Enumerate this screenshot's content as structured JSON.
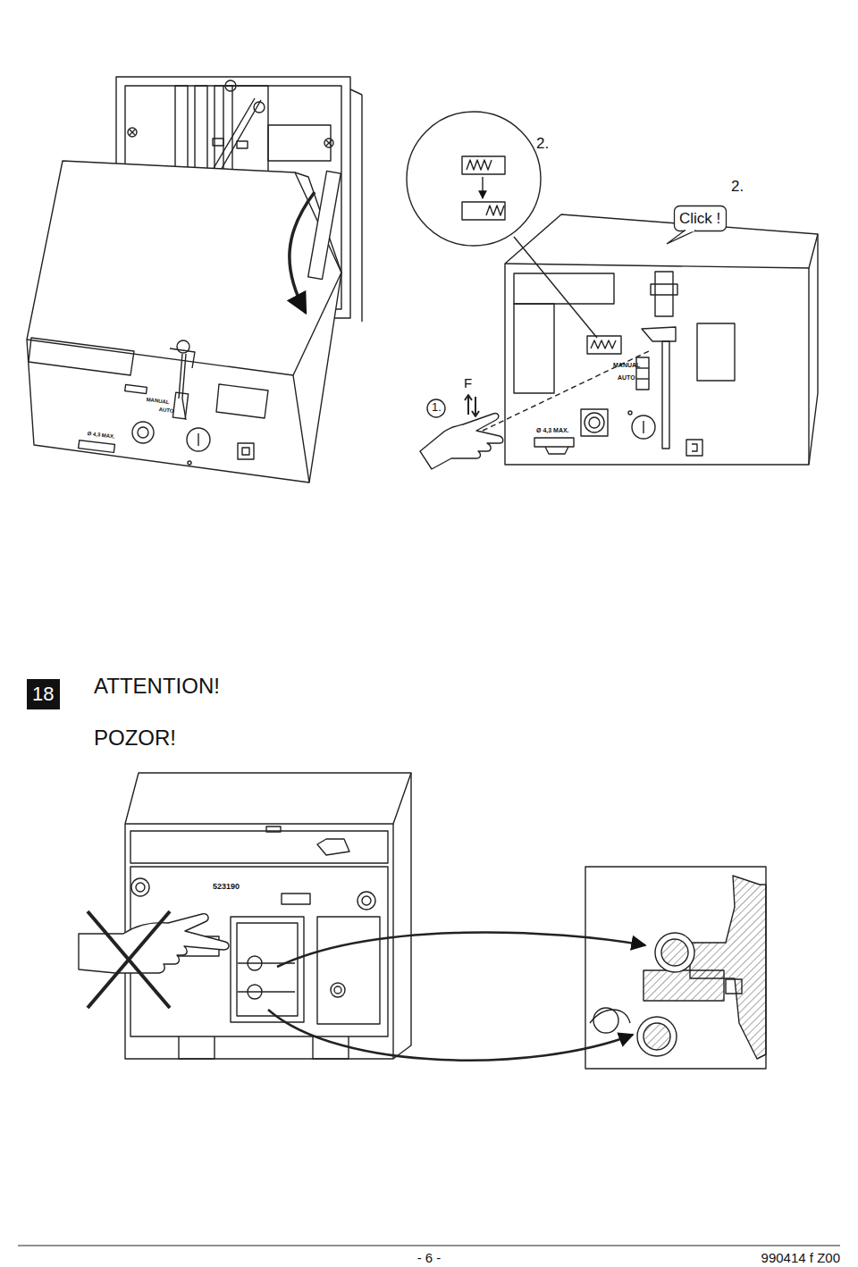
{
  "diagram": {
    "nodes": [
      {
        "text": [
          "18"
        ]
      },
      {
        "text": [
          "Click !"
        ]
      }
    ],
    "labels": [
      "MANUAL",
      "AUTO",
      "Ø 4,3 MAX.",
      "2.",
      "2.",
      "1.",
      "F",
      "MANUAL",
      "AUTO",
      "Ø 4,3 MAX.",
      "ATTENTION!",
      "POZOR!",
      "523190",
      "- 6 -",
      "990414 f Z00"
    ]
  }
}
